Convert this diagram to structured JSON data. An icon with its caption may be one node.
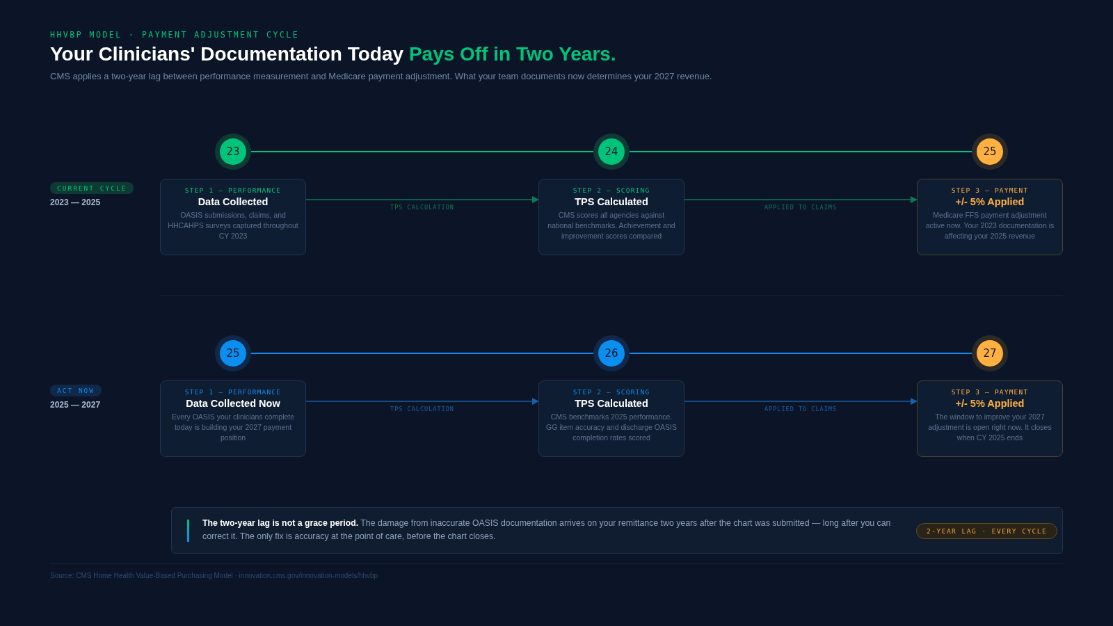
{
  "diagram": {
    "title": "Your Clinicians' Documentation Today *Pays Off in Two Years.*",
    "nodes": [
      {
        "text": [
          "23"
        ]
      },
      {
        "text": [
          "24"
        ]
      },
      {
        "text": [
          "25"
        ]
      },
      {
        "text": [
          "CURRENT CYCLE"
        ],
        "beside": [
          "2023 — 2025"
        ]
      },
      {
        "text": [
          "STEP 1 — PERFORMANCE",
          "Data Collected",
          "OASIS submissions, claims, and HHCAHPS surveys captured throughout CY 2023"
        ]
      },
      {
        "text": [
          "STEP 2 — SCORING",
          "TPS Calculated",
          "CMS scores all agencies against national benchmarks. Achievement and improvement scores compared"
        ]
      },
      {
        "text": [
          "STEP 3 — PAYMENT",
          "+/- 5% Applied",
          "Medicare FFS payment adjustment active now. Your 2023 documentation is affecting your 2025 revenue"
        ]
      },
      {
        "text": [
          "25"
        ]
      },
      {
        "text": [
          "26"
        ]
      },
      {
        "text": [
          "27"
        ]
      },
      {
        "text": [
          "ACT NOW"
        ],
        "beside": [
          "2025 — 2027"
        ]
      },
      {
        "text": [
          "STEP 1 — PERFORMANCE",
          "Data Collected Now",
          "Every OASIS your clinicians complete today is building your 2027 payment position"
        ]
      },
      {
        "text": [
          "STEP 2 — SCORING",
          "TPS Calculated",
          "CMS benchmarks 2025 performance. GG item accuracy and discharge OASIS completion rates scored"
        ]
      },
      {
        "text": [
          "STEP 3 — PAYMENT",
          "+/- 5% Applied",
          "The window to improve your 2027 adjustment is open right now. It closes when CY 2025 ends"
        ]
      },
      {
        "text": [
          "**The two-year lag is not a grace period.** The damage from inaccurate OASIS documentation arrives on your remittance two years after the chart was submitted — long after you can correct it. The only fix is accuracy at the point of care, before the chart closes."
        ]
      },
      {
        "text": [
          "2-YEAR LAG · EVERY CYCLE"
        ],
        "in": 14
      }
    ],
    "edges": [
      {
        "from": 0,
        "to": 1,
        "arrow": "none",
        "color": "#00c47a"
      },
      {
        "from": 1,
        "to": 2,
        "arrow": "none",
        "color": "#00c47a"
      },
      {
        "from": 4,
        "to": 5,
        "arrow": "to",
        "label": "TPS CALCULATION",
        "color": "#0e7a55"
      },
      {
        "from": 5,
        "to": 6,
        "arrow": "to",
        "label": "APPLIED TO CLAIMS",
        "color": "#0e7a55"
      },
      {
        "from": 7,
        "to": 8,
        "arrow": "none",
        "color": "#0a8ff0"
      },
      {
        "from": 8,
        "to": 9,
        "arrow": "none",
        "color": "#0a8ff0"
      },
      {
        "from": 11,
        "to": 12,
        "arrow": "to",
        "label": "TPS CALCULATION",
        "color": "#1a5fa8"
      },
      {
        "from": 12,
        "to": 13,
        "arrow": "to",
        "label": "APPLIED TO CLAIMS",
        "color": "#1a5fa8"
      }
    ],
    "labels": [
      "HHVBP MODEL · PAYMENT ADJUSTMENT CYCLE",
      "CMS applies a two-year lag between performance measurement and Medicare payment adjustment. What your team documents now determines your 2027 revenue.",
      "Source: CMS Home Health Value-Based Purchasing Model · innovation.cms.gov/innovation-models/hhvbp"
    ]
  }
}
